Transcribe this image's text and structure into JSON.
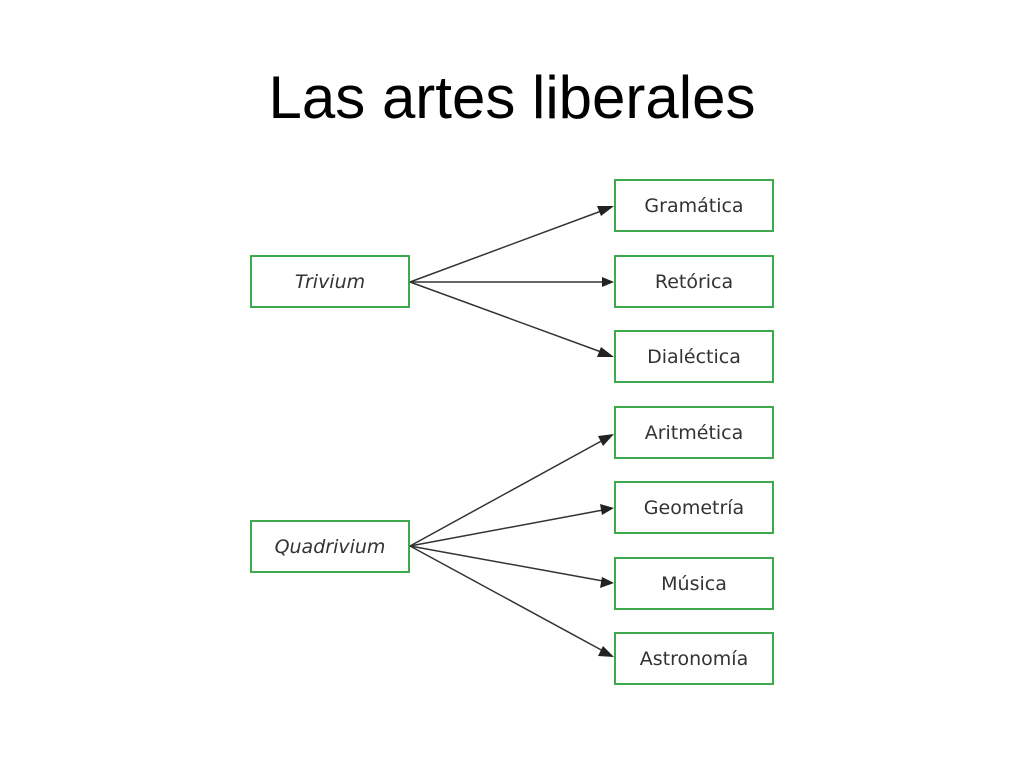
{
  "title": "Las artes liberales",
  "colors": {
    "box_border": "#3daa4c",
    "arrow": "#333333",
    "text": "#333333"
  },
  "diagram": {
    "type": "tree",
    "groups": [
      {
        "label": "Trivium",
        "children": [
          "Gramática",
          "Retórica",
          "Dialéctica"
        ]
      },
      {
        "label": "Quadrivium",
        "children": [
          "Aritmética",
          "Geometría",
          "Música",
          "Astronomía"
        ]
      }
    ]
  }
}
